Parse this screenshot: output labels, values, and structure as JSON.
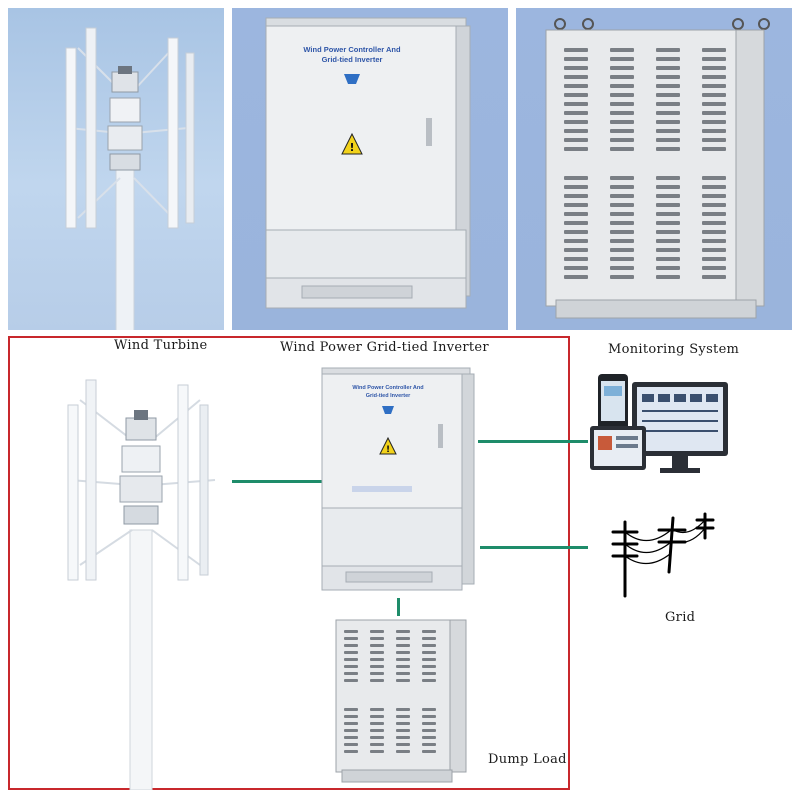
{
  "top_panels": [
    {
      "id": "photo-turbine"
    },
    {
      "id": "photo-controller",
      "cabinet_title_line1": "Wind Power Controller And",
      "cabinet_title_line2": "Grid-tied Inverter"
    },
    {
      "id": "photo-dump-load"
    }
  ],
  "diagram": {
    "turbine_label": "Wind Turbine",
    "inverter_label": "Wind Power Grid-tied Inverter",
    "monitoring_label": "Monitoring System",
    "grid_label": "Grid",
    "dump_load_label": "Dump Load",
    "cabinet_title_line1": "Wind Power Controller And",
    "cabinet_title_line2": "Grid-tied Inverter"
  },
  "colors": {
    "highlight_border": "#c8282c",
    "connection_wire": "#1e8c6a",
    "sky_background": "#b7cde8"
  }
}
